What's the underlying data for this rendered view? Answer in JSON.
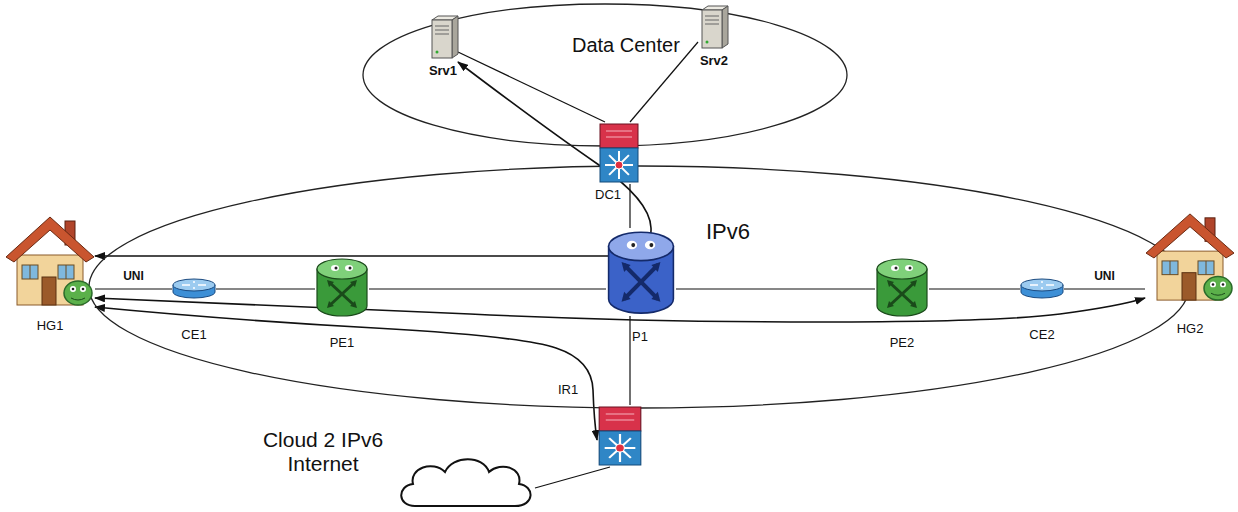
{
  "diagram": {
    "nodes": [
      {
        "text": [
          "Data Center"
        ]
      },
      {
        "text": [
          "Srv1"
        ],
        "in": 0
      },
      {
        "text": [
          "Srv2"
        ],
        "in": 0
      },
      {
        "text": [
          "DC1"
        ]
      },
      {
        "text": [
          "IPv6"
        ]
      },
      {
        "text": [
          "HG1"
        ]
      },
      {
        "text": [
          "CE1"
        ],
        "in": 4
      },
      {
        "text": [
          "PE1"
        ],
        "in": 4
      },
      {
        "text": [
          "P1"
        ],
        "in": 4
      },
      {
        "text": [
          "PE2"
        ],
        "in": 4
      },
      {
        "text": [
          "CE2"
        ],
        "in": 4
      },
      {
        "text": [
          "HG2"
        ]
      },
      {
        "text": [
          "IR1"
        ]
      },
      {
        "text": [
          "Cloud 2 IPv6 Internet"
        ]
      }
    ],
    "edges": [
      {
        "from": 5,
        "to": 6,
        "arrow": "none",
        "label": "UNI"
      },
      {
        "from": 6,
        "to": 7,
        "arrow": "none"
      },
      {
        "from": 7,
        "to": 8,
        "arrow": "none"
      },
      {
        "from": 8,
        "to": 9,
        "arrow": "none"
      },
      {
        "from": 9,
        "to": 10,
        "arrow": "none"
      },
      {
        "from": 10,
        "to": 11,
        "arrow": "none",
        "label": "UNI"
      },
      {
        "from": 8,
        "to": 3,
        "arrow": "none"
      },
      {
        "from": 3,
        "to": 1,
        "arrow": "none"
      },
      {
        "from": 3,
        "to": 2,
        "arrow": "none"
      },
      {
        "from": 8,
        "to": 12,
        "arrow": "none"
      },
      {
        "from": 12,
        "to": 13,
        "arrow": "none"
      },
      {
        "from": 1,
        "to": 5,
        "arrow": "both"
      },
      {
        "from": 5,
        "to": 11,
        "arrow": "both"
      },
      {
        "from": 5,
        "to": 12,
        "arrow": "both"
      }
    ]
  }
}
